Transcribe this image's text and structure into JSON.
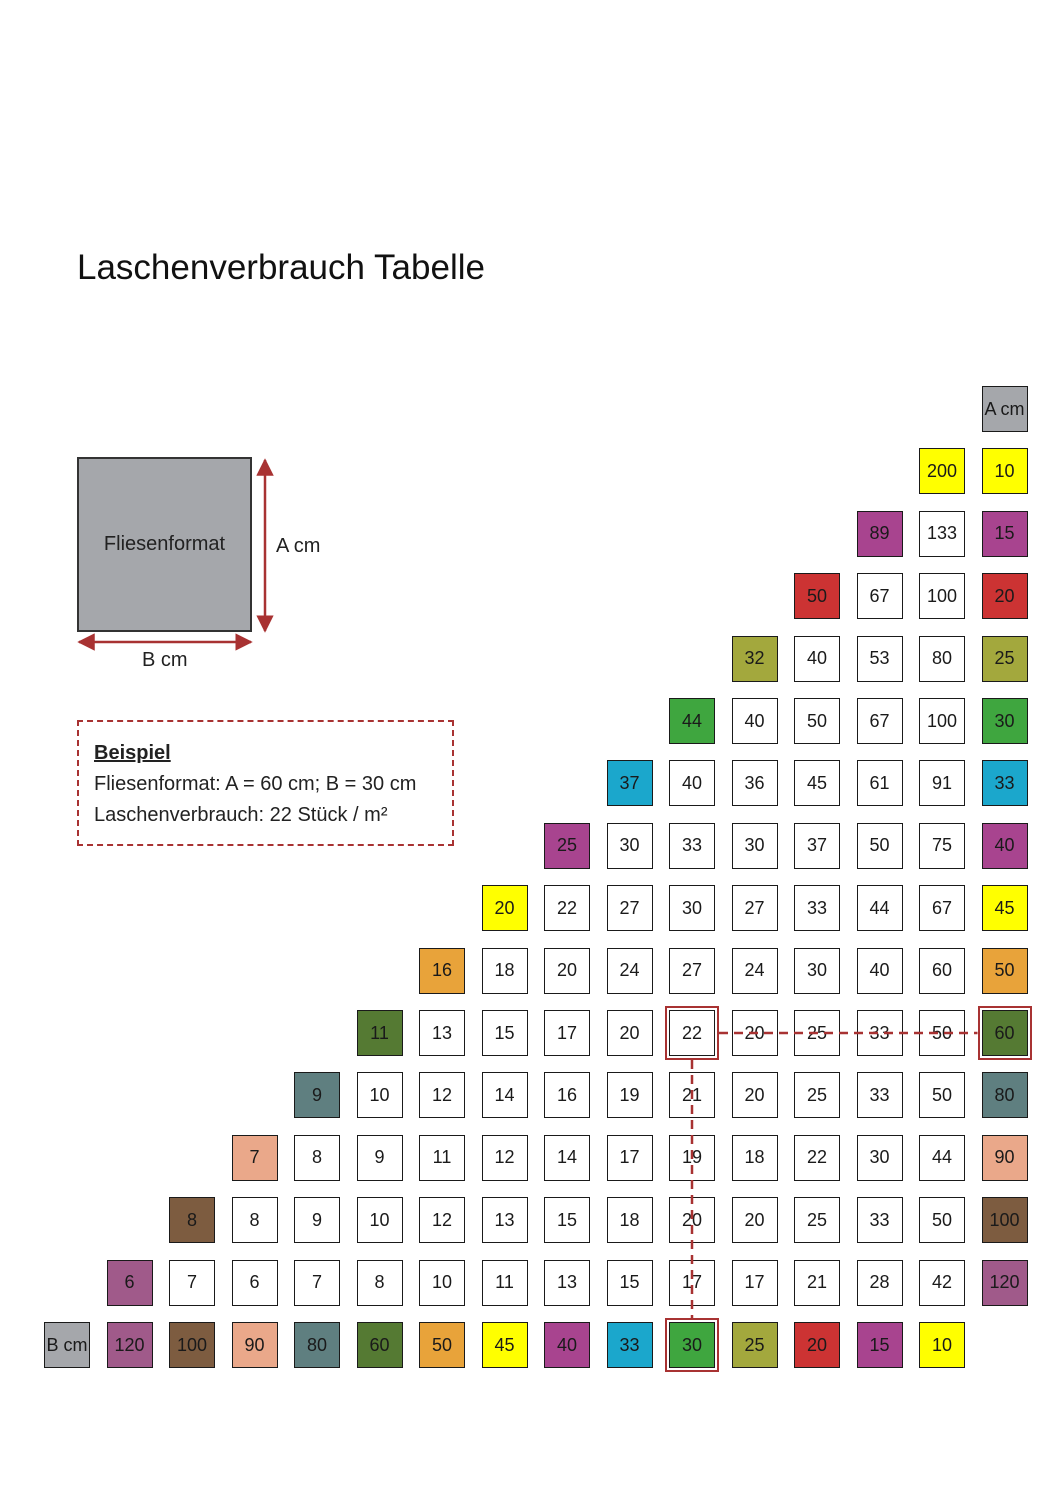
{
  "title": "Laschenverbrauch Tabelle",
  "diagram": {
    "tile_label": "Fliesenformat",
    "a_label": "A cm",
    "b_label": "B cm"
  },
  "example": {
    "heading": "Beispiel",
    "line1": "Fliesenformat: A = 60 cm; B = 30 cm",
    "line2": "Laschenverbrauch: 22 Stück / m²"
  },
  "table": {
    "a_header": "A cm",
    "b_header": "B cm",
    "a_values": [
      "10",
      "15",
      "20",
      "25",
      "30",
      "33",
      "40",
      "45",
      "50",
      "60",
      "80",
      "90",
      "100",
      "120"
    ],
    "b_values": [
      "120",
      "100",
      "90",
      "80",
      "60",
      "50",
      "45",
      "40",
      "33",
      "30",
      "25",
      "20",
      "15",
      "10"
    ],
    "colors": {
      "10": "#ffff00",
      "15": "#a8448f",
      "20": "#cc3333",
      "25": "#a3a83d",
      "30": "#3fa63f",
      "33": "#1ba7cc",
      "40": "#a8448f",
      "45": "#ffff00",
      "50": "#e8a33a",
      "60": "#557a33",
      "80": "#5f7f80",
      "90": "#eaa88a",
      "100": "#7d5c40",
      "120": "#a05a8a",
      "header": "#a5a7ab",
      "highlight": "#a83232"
    },
    "rows": [
      [
        "200"
      ],
      [
        "89",
        "133"
      ],
      [
        "50",
        "67",
        "100"
      ],
      [
        "32",
        "40",
        "53",
        "80"
      ],
      [
        "44",
        "40",
        "50",
        "67",
        "100"
      ],
      [
        "37",
        "40",
        "36",
        "45",
        "61",
        "91"
      ],
      [
        "25",
        "30",
        "33",
        "30",
        "37",
        "50",
        "75"
      ],
      [
        "20",
        "22",
        "27",
        "30",
        "27",
        "33",
        "44",
        "67"
      ],
      [
        "16",
        "18",
        "20",
        "24",
        "27",
        "24",
        "30",
        "40",
        "60"
      ],
      [
        "11",
        "13",
        "15",
        "17",
        "20",
        "22",
        "20",
        "25",
        "33",
        "50"
      ],
      [
        "9",
        "10",
        "12",
        "14",
        "16",
        "19",
        "21",
        "20",
        "25",
        "33",
        "50"
      ],
      [
        "7",
        "8",
        "9",
        "11",
        "12",
        "14",
        "17",
        "19",
        "18",
        "22",
        "30",
        "44"
      ],
      [
        "8",
        "8",
        "9",
        "10",
        "12",
        "13",
        "15",
        "18",
        "20",
        "20",
        "25",
        "33",
        "50"
      ],
      [
        "6",
        "7",
        "6",
        "7",
        "8",
        "10",
        "11",
        "13",
        "15",
        "17",
        "17",
        "21",
        "28",
        "42"
      ]
    ],
    "highlighted": {
      "a": "60",
      "b": "30",
      "result": "22"
    }
  }
}
